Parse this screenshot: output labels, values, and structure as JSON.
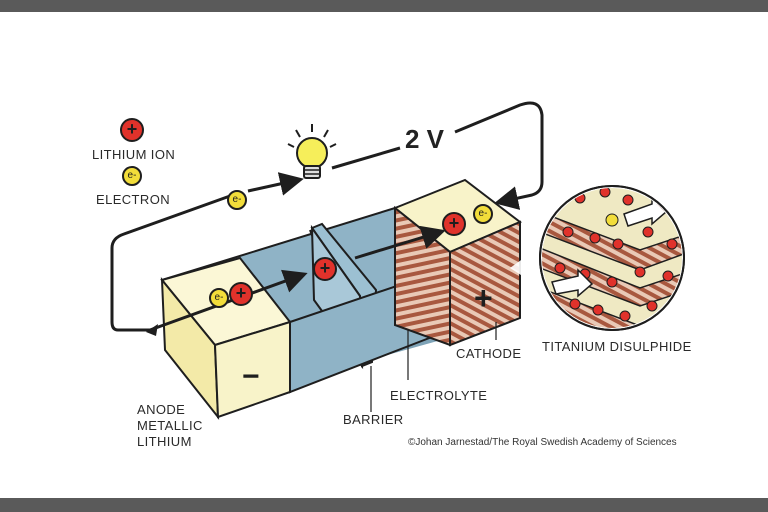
{
  "legend": {
    "lithium_ion": "LITHIUM ION",
    "electron": "ELECTRON"
  },
  "voltage": "2 V",
  "labels": {
    "anode": "ANODE\nMETALLIC\nLITHIUM",
    "barrier": "BARRIER",
    "electrolyte": "ELECTROLYTE",
    "cathode": "CATHODE",
    "titanium": "TITANIUM DISULPHIDE"
  },
  "symbols": {
    "ion": "+",
    "electron": "e-",
    "negative": "−",
    "positive": "+"
  },
  "credit": "©Johan Jarnestad/The Royal Swedish Academy of Sciences",
  "colors": {
    "ion_red": "#e0322b",
    "electron_yellow": "#f2dd3a",
    "anode_cream": "#f8f3c9",
    "electrolyte_blue": "#8fb3c6",
    "cathode_stripe": "#a8583f",
    "outline": "#1e1e1e"
  },
  "icons": [
    "light-bulb-icon",
    "lithium-ion-icon",
    "electron-icon",
    "arrow-icon",
    "magnifier-circle-icon"
  ]
}
